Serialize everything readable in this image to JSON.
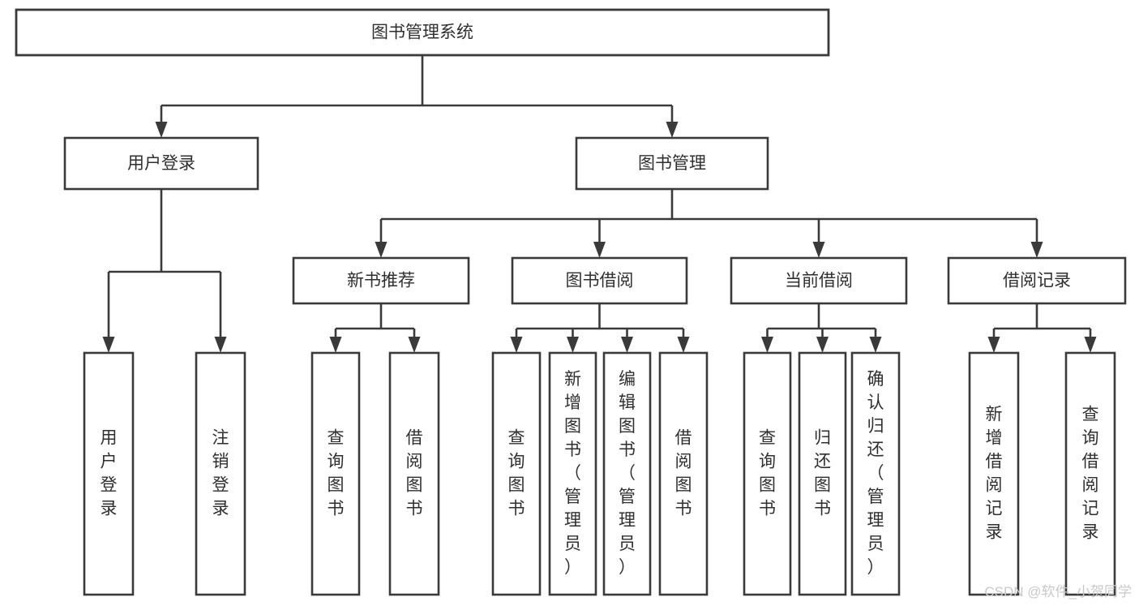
{
  "diagram": {
    "type": "tree-hierarchy",
    "title": "图书管理系统",
    "orientation": "top-down",
    "colors": {
      "stroke": "#3a3a3a",
      "box_fill": "#ffffff",
      "text": "#2f2f2f",
      "background": "#ffffff",
      "watermark": "#c9c9c9"
    },
    "levels": [
      {
        "level": 1,
        "nodes": [
          {
            "id": "root",
            "label": "图书管理系统",
            "text_orientation": "horizontal"
          }
        ]
      },
      {
        "level": 2,
        "nodes": [
          {
            "id": "user-login",
            "label": "用户登录",
            "parent": "root",
            "text_orientation": "horizontal"
          },
          {
            "id": "book-manage",
            "label": "图书管理",
            "parent": "root",
            "text_orientation": "horizontal"
          }
        ]
      },
      {
        "level": 3,
        "nodes": [
          {
            "id": "new-book-rec",
            "label": "新书推荐",
            "parent": "book-manage",
            "text_orientation": "horizontal"
          },
          {
            "id": "book-borrow",
            "label": "图书借阅",
            "parent": "book-manage",
            "text_orientation": "horizontal"
          },
          {
            "id": "current-borrow",
            "label": "当前借阅",
            "parent": "book-manage",
            "text_orientation": "horizontal"
          },
          {
            "id": "borrow-record",
            "label": "借阅记录",
            "parent": "book-manage",
            "text_orientation": "horizontal"
          }
        ]
      },
      {
        "level": 4,
        "nodes": [
          {
            "id": "leaf-user-login",
            "label": "用户登录",
            "parent": "user-login",
            "text_orientation": "vertical"
          },
          {
            "id": "leaf-user-logout",
            "label": "注销登录",
            "parent": "user-login",
            "text_orientation": "vertical"
          },
          {
            "id": "leaf-rec-query-book",
            "label": "查询图书",
            "parent": "new-book-rec",
            "text_orientation": "vertical"
          },
          {
            "id": "leaf-rec-borrow-book",
            "label": "借阅图书",
            "parent": "new-book-rec",
            "text_orientation": "vertical"
          },
          {
            "id": "leaf-borrow-query-book",
            "label": "查询图书",
            "parent": "book-borrow",
            "text_orientation": "vertical"
          },
          {
            "id": "leaf-borrow-add-book",
            "label": "新增图书（管理员）",
            "parent": "book-borrow",
            "text_orientation": "vertical"
          },
          {
            "id": "leaf-borrow-edit-book",
            "label": "编辑图书（管理员）",
            "parent": "book-borrow",
            "text_orientation": "vertical"
          },
          {
            "id": "leaf-borrow-borrow-book",
            "label": "借阅图书",
            "parent": "book-borrow",
            "text_orientation": "vertical"
          },
          {
            "id": "leaf-current-query-book",
            "label": "查询图书",
            "parent": "current-borrow",
            "text_orientation": "vertical"
          },
          {
            "id": "leaf-current-return-book",
            "label": "归还图书",
            "parent": "current-borrow",
            "text_orientation": "vertical"
          },
          {
            "id": "leaf-current-confirm-return",
            "label": "确认归还（管理员）",
            "parent": "current-borrow",
            "text_orientation": "vertical"
          },
          {
            "id": "leaf-record-add",
            "label": "新增借阅记录",
            "parent": "borrow-record",
            "text_orientation": "vertical"
          },
          {
            "id": "leaf-record-query",
            "label": "查询借阅记录",
            "parent": "borrow-record",
            "text_orientation": "vertical"
          }
        ]
      }
    ]
  },
  "watermark": {
    "text": "CSDN @软件_小贺同学"
  }
}
